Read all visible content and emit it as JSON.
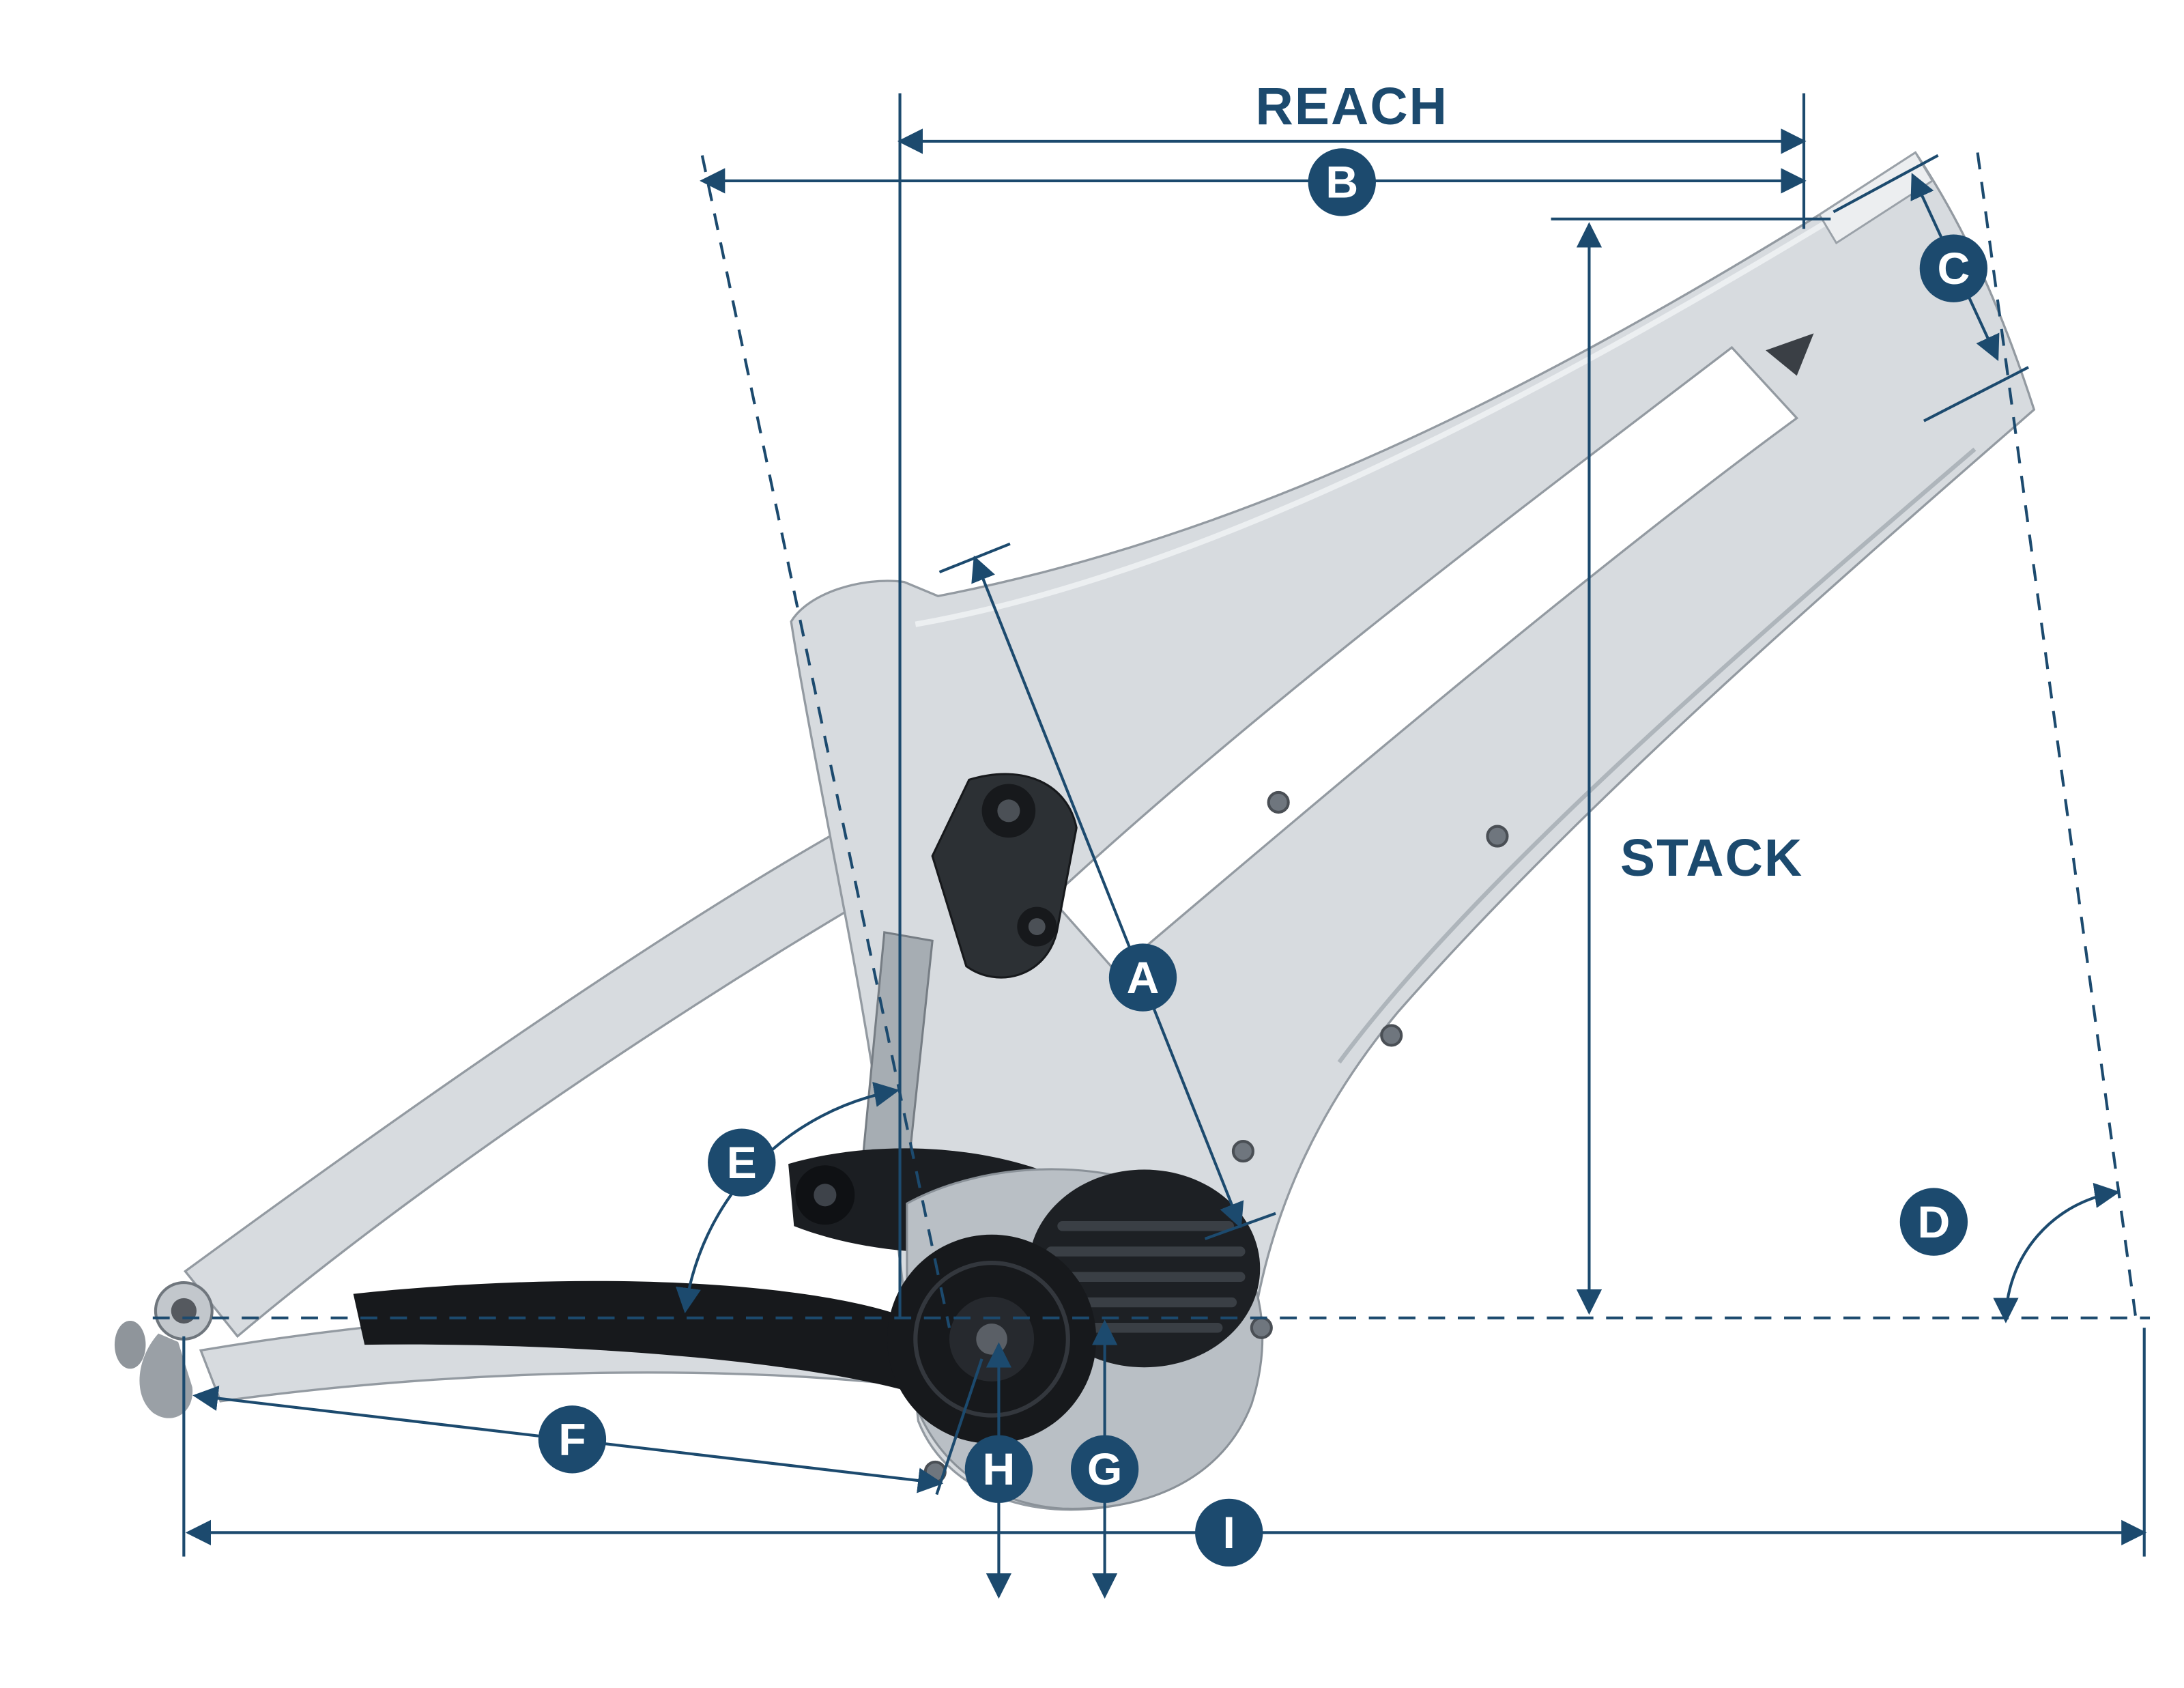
{
  "diagram": {
    "type": "bike-frame-geometry",
    "labels": {
      "reach": "REACH",
      "stack": "STACK"
    },
    "points": {
      "a": "A",
      "b": "B",
      "c": "C",
      "d": "D",
      "e": "E",
      "f": "F",
      "g": "G",
      "h": "H",
      "i": "I"
    },
    "colors": {
      "annotation": "#1c4a6e",
      "frame_light": "#d7dbdf",
      "frame_stroke": "#939aa1",
      "frame_dark": "#17191c",
      "background": "#ffffff"
    }
  }
}
